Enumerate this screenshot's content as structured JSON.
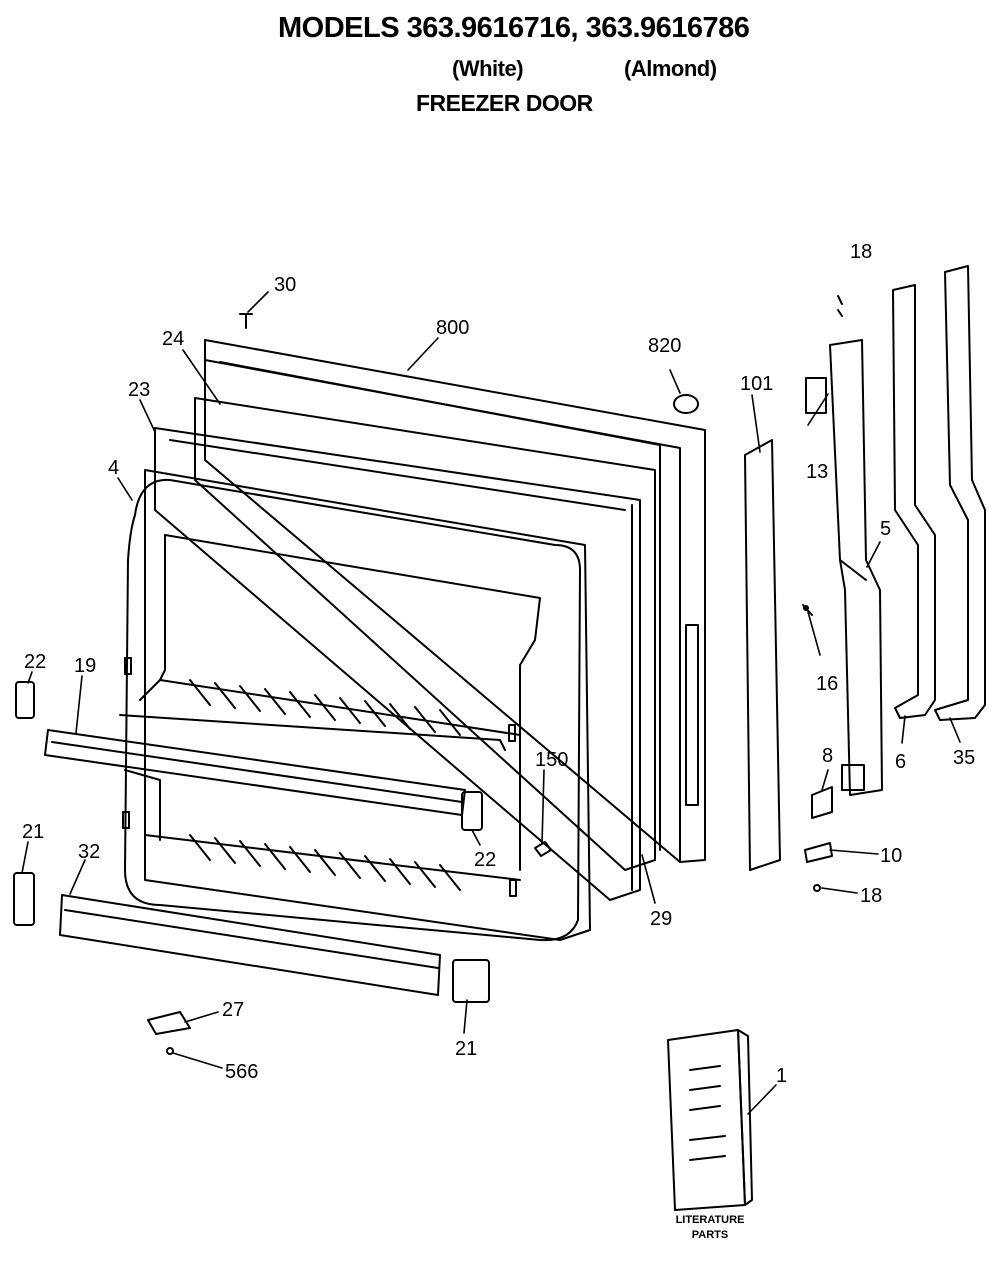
{
  "header": {
    "title": "MODELS 363.9616716, 363.9616786",
    "variant_white": "(White)",
    "variant_almond": "(Almond)",
    "subtitle": "FREEZER DOOR"
  },
  "callouts": {
    "c30": "30",
    "c800": "800",
    "c820": "820",
    "c24": "24",
    "c23": "23",
    "c4": "4",
    "c101": "101",
    "c18a": "18",
    "c13": "13",
    "c5": "5",
    "c16": "16",
    "c8": "8",
    "c6": "6",
    "c35": "35",
    "c10": "10",
    "c18b": "18",
    "c22a": "22",
    "c19": "19",
    "c22b": "22",
    "c150": "150",
    "c21a": "21",
    "c32": "32",
    "c29": "29",
    "c27": "27",
    "c566": "566",
    "c21b": "21",
    "c1": "1"
  },
  "literature": {
    "line1": "LITERATURE",
    "line2": "PARTS"
  }
}
